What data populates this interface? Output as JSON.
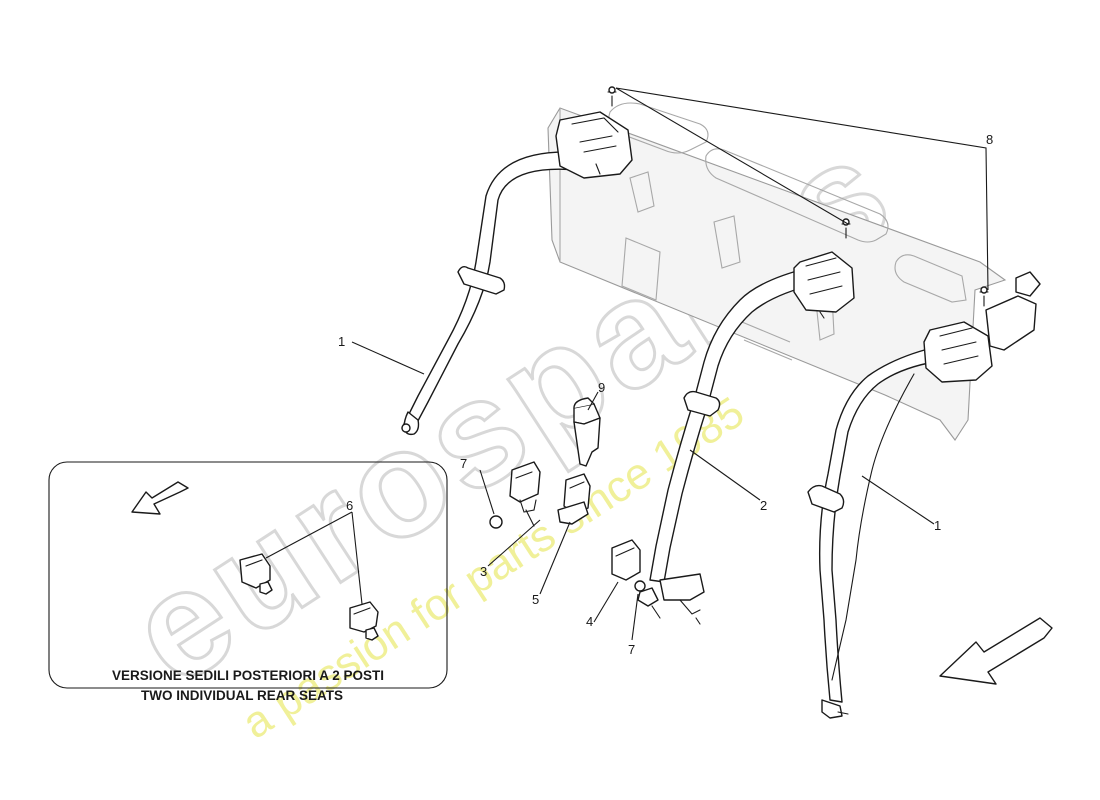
{
  "watermark": {
    "brand": "eurospares",
    "tagline": "a passion for parts since 1985"
  },
  "callouts": {
    "belt_left": "1",
    "belt_right": "1",
    "belt_center": "2",
    "buckle_3": "3",
    "buckle_4": "4",
    "buckle_5": "5",
    "buckle_6": "6",
    "washer_upper": "7",
    "washer_lower": "7",
    "bolts": "8",
    "cover": "9"
  },
  "inset": {
    "line1": "VERSIONE SEDILI POSTERIORI A 2 POSTI",
    "line2": "TWO INDIVIDUAL REAR SEATS"
  },
  "colors": {
    "line": "#1a1a1a",
    "panel": "#9a9a9a",
    "watermark_logo": "#d8d8d8",
    "watermark_tagline": "#eeee88"
  }
}
